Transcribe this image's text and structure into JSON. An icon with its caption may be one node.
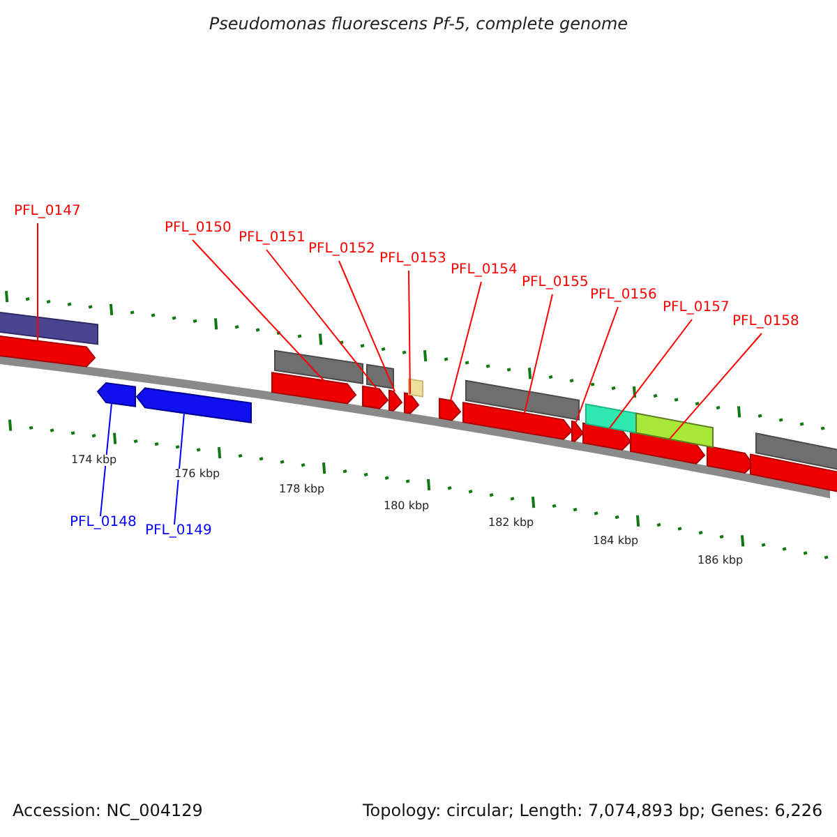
{
  "diagram": {
    "title": "Pseudomonas fluorescens Pf-5, complete genome",
    "nodes": [
      {
        "text": [
          "PFL_0147"
        ]
      },
      {
        "text": [
          "PFL_0148"
        ]
      },
      {
        "text": [
          "PFL_0149"
        ]
      },
      {
        "text": [
          "PFL_0150"
        ]
      },
      {
        "text": [
          "PFL_0151"
        ]
      },
      {
        "text": [
          "PFL_0152"
        ]
      },
      {
        "text": [
          "PFL_0153"
        ]
      },
      {
        "text": [
          "PFL_0154"
        ]
      },
      {
        "text": [
          "PFL_0155"
        ]
      },
      {
        "text": [
          "PFL_0156"
        ]
      },
      {
        "text": [
          "PFL_0157"
        ]
      },
      {
        "text": [
          "PFL_0158"
        ]
      },
      {
        "text": [],
        "shape": "arrow"
      },
      {
        "text": [],
        "shape": "arrow"
      },
      {
        "text": [],
        "shape": "arrow"
      },
      {
        "text": [],
        "shape": "arrow"
      },
      {
        "text": [],
        "shape": "arrow"
      },
      {
        "text": [],
        "shape": "arrow"
      },
      {
        "text": [],
        "shape": "arrow"
      },
      {
        "text": [],
        "shape": "arrow"
      },
      {
        "text": [],
        "shape": "arrow"
      },
      {
        "text": [],
        "shape": "arrow"
      },
      {
        "text": [],
        "shape": "arrow"
      },
      {
        "text": [],
        "shape": "arrow"
      },
      {
        "text": [],
        "shape": "arrow"
      },
      {
        "text": [],
        "shape": "arrow"
      },
      {
        "text": [],
        "shape": "bar"
      },
      {
        "text": [],
        "shape": "bar"
      },
      {
        "text": [],
        "shape": "bar"
      },
      {
        "text": [],
        "shape": "bar"
      },
      {
        "text": [],
        "shape": "bar"
      },
      {
        "text": [],
        "shape": "bar"
      },
      {
        "text": [],
        "shape": "bar"
      },
      {
        "text": [],
        "shape": "bar"
      }
    ],
    "edges": [
      {
        "from": 0,
        "to": 12,
        "arrow": "none"
      },
      {
        "from": 1,
        "to": 13,
        "arrow": "none",
        "color": "#0000ff"
      },
      {
        "from": 2,
        "to": 14,
        "arrow": "none",
        "color": "#0000ff"
      },
      {
        "from": 3,
        "to": 15,
        "arrow": "none"
      },
      {
        "from": 4,
        "to": 16,
        "arrow": "none"
      },
      {
        "from": 5,
        "to": 17,
        "arrow": "none"
      },
      {
        "from": 6,
        "to": 18,
        "arrow": "none"
      },
      {
        "from": 7,
        "to": 19,
        "arrow": "none"
      },
      {
        "from": 8,
        "to": 20,
        "arrow": "none"
      },
      {
        "from": 9,
        "to": 21,
        "arrow": "none"
      },
      {
        "from": 10,
        "to": 22,
        "arrow": "none"
      },
      {
        "from": 11,
        "to": 23,
        "arrow": "none"
      }
    ],
    "labels": [
      "174 kbp",
      "176 kbp",
      "178 kbp",
      "180 kbp",
      "182 kbp",
      "184 kbp",
      "186 kbp",
      "Accession: NC_004129",
      "Topology: circular; Length: 7,074,893 bp; Genes: 6,226"
    ]
  }
}
